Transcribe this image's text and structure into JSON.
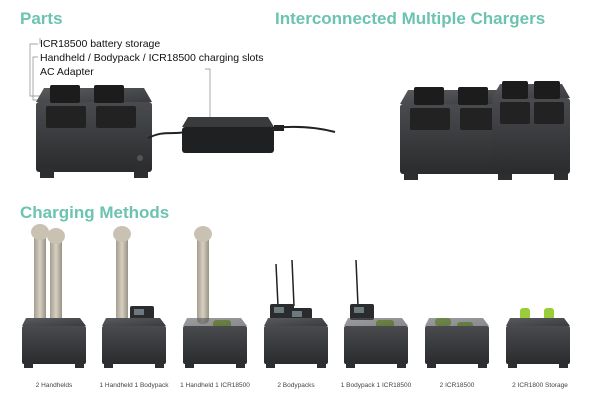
{
  "headings": {
    "parts": "Parts",
    "interconnected": "Interconnected Multiple Chargers",
    "charging_methods": "Charging Methods"
  },
  "callouts": [
    "ICR18500 battery storage",
    "Handheld / Bodypack / ICR18500 charging slots",
    "AC Adapter"
  ],
  "methods": [
    "2 Handhelds",
    "1 Handheld 1 Bodypack",
    "1 Handheld 1 ICR18500",
    "2 Bodypacks",
    "1 Bodypack 1 ICR18500",
    "2 ICR18500",
    "2 ICR1800 Storage"
  ],
  "colors": {
    "heading": "#6cc3b1",
    "charger_body": "#3a3b3d",
    "battery": "#9acd3a",
    "microphone": "#bdb6a6"
  }
}
